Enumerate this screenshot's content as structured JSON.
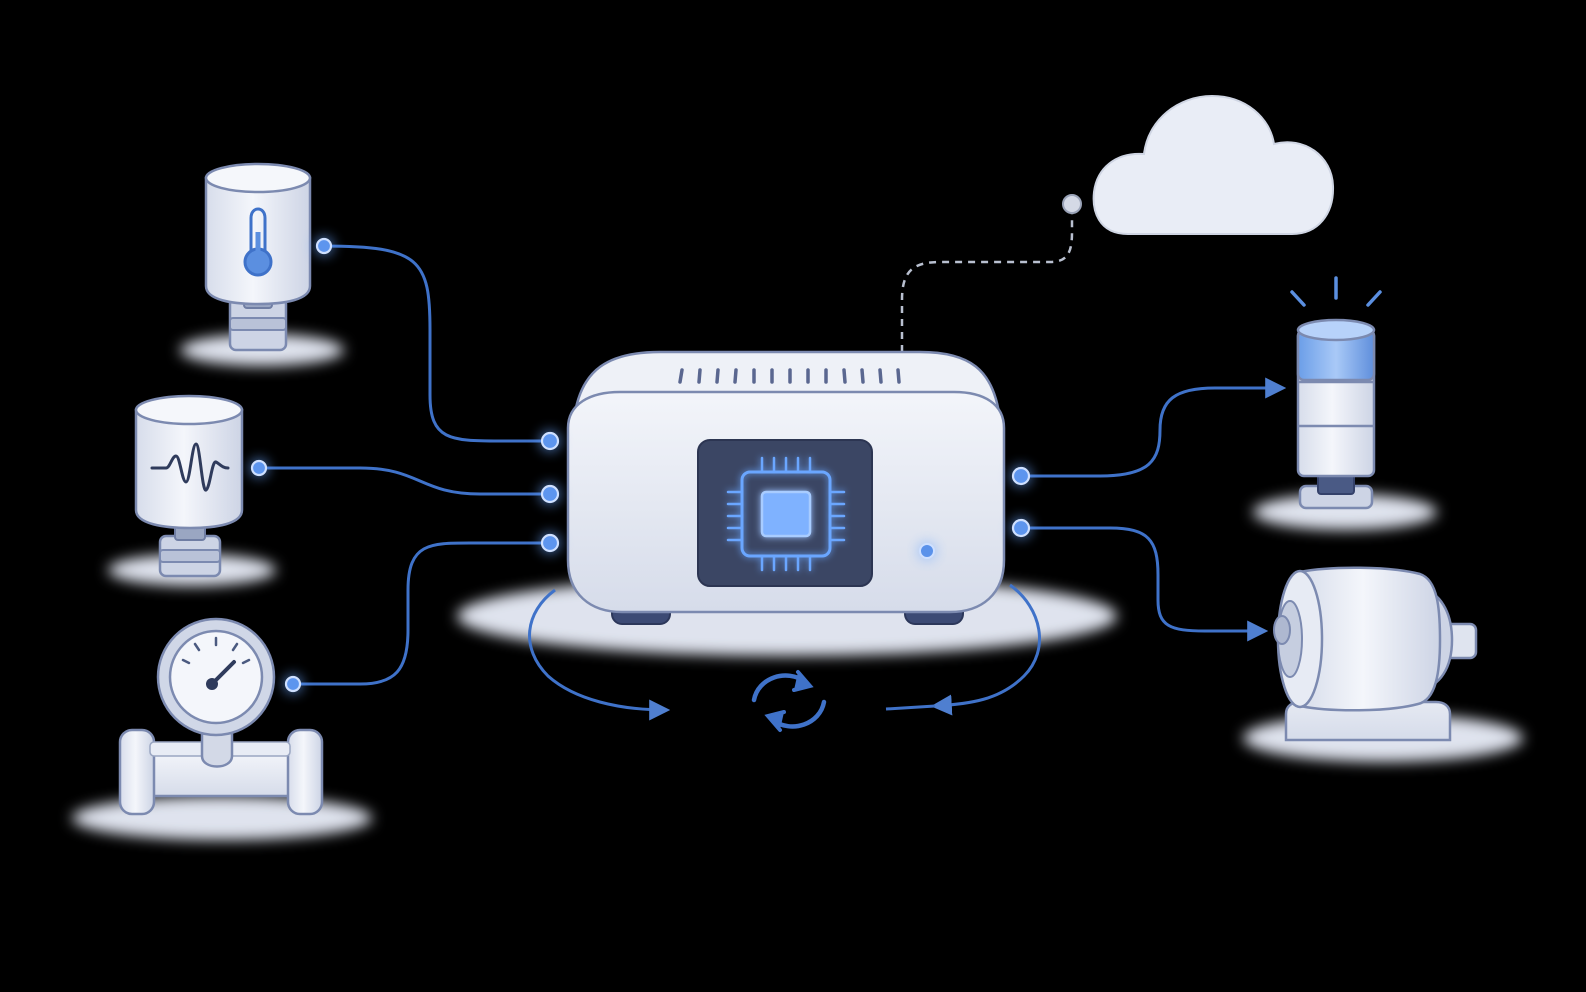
{
  "diagram": {
    "background": "#000000",
    "colors": {
      "accent": "#3f72c9",
      "accent_glow": "#6aa6ff",
      "device_body": "#e4e8f2",
      "device_shade": "#c9d1e2",
      "outline": "#7c8ab0",
      "screen": "#3b4664",
      "cloud": "#e9edf6",
      "ground_glow": "#dfe3ee"
    },
    "hub": {
      "kind": "edge-gateway",
      "icon": "cpu-chip-icon"
    },
    "cloud": {
      "icon": "cloud-icon",
      "link_style": "dashed"
    },
    "inputs": [
      {
        "id": "temperature",
        "icon": "thermometer-icon"
      },
      {
        "id": "vibration",
        "icon": "waveform-icon"
      },
      {
        "id": "pressure",
        "icon": "pressure-gauge-icon"
      }
    ],
    "outputs": [
      {
        "id": "signal-light",
        "icon": "stack-light-icon"
      },
      {
        "id": "motor",
        "icon": "electric-motor-icon"
      }
    ],
    "loop": {
      "icon": "sync-icon"
    }
  }
}
